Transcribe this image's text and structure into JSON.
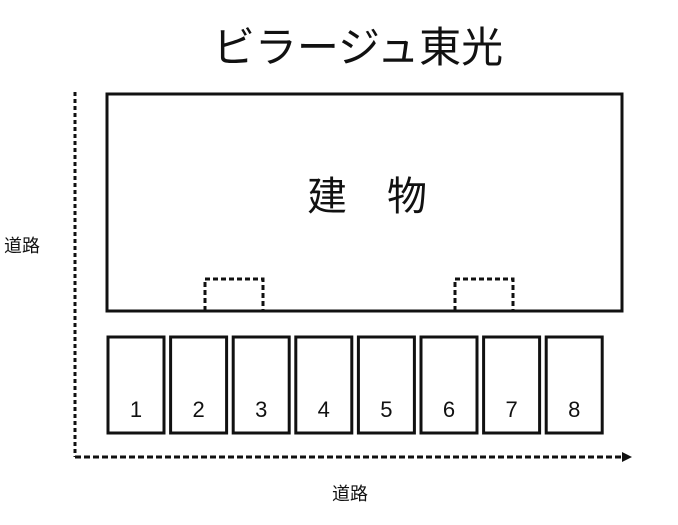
{
  "title": "ビラージュ東光",
  "building_label": "建　物",
  "road_left": "道路",
  "road_bottom": "道路",
  "parking_spaces": [
    "1",
    "2",
    "3",
    "4",
    "5",
    "6",
    "7",
    "8"
  ]
}
